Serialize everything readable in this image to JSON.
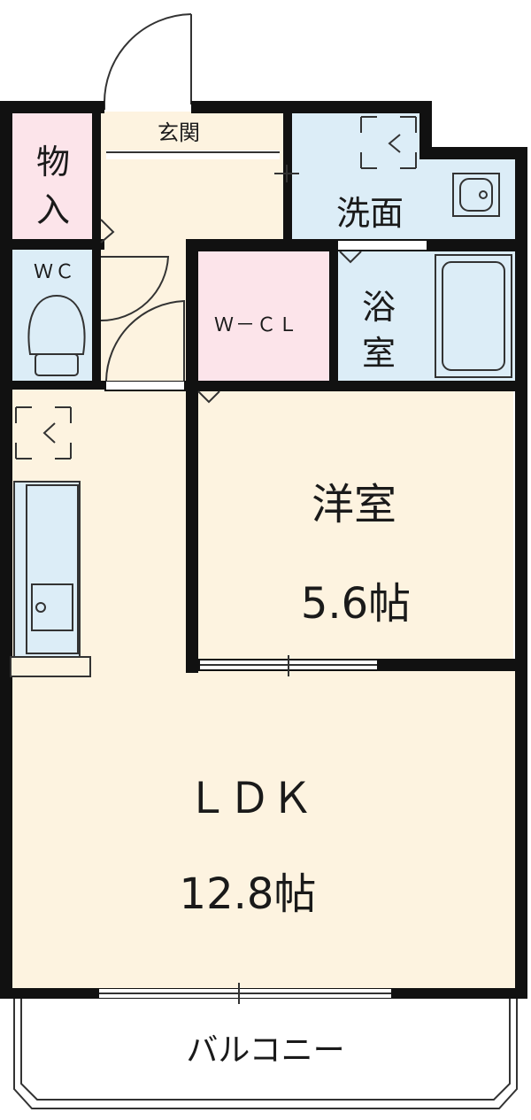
{
  "rooms": {
    "storage": {
      "line1": "物",
      "line2": "入",
      "fill": "#fce4ea"
    },
    "entrance": {
      "label": "玄関",
      "fill": "#fdf3e0"
    },
    "washroom": {
      "label": "洗面",
      "fill": "#dcedf7"
    },
    "wc": {
      "label": "ＷＣ",
      "fill": "#dcedf7"
    },
    "wcl": {
      "label": "Ｗ－ＣＬ",
      "fill": "#fce4ea"
    },
    "bath": {
      "line1": "浴",
      "line2": "室",
      "fill": "#dcedf7"
    },
    "western": {
      "label": "洋室",
      "size": "5.6帖",
      "fill": "#fdf3e0"
    },
    "ldk": {
      "label": "ＬＤＫ",
      "size": "12.8帖",
      "fill": "#fdf3e0"
    },
    "balcony": {
      "label": "バルコニー",
      "fill": "#ffffff"
    }
  },
  "icons": [
    "door-swing-icon",
    "washing-machine-icon",
    "wash-basin-icon",
    "toilet-icon",
    "bathtub-icon",
    "refrigerator-icon",
    "kitchen-sink-icon"
  ],
  "colors": {
    "wall": "#111111",
    "line": "#333333"
  }
}
